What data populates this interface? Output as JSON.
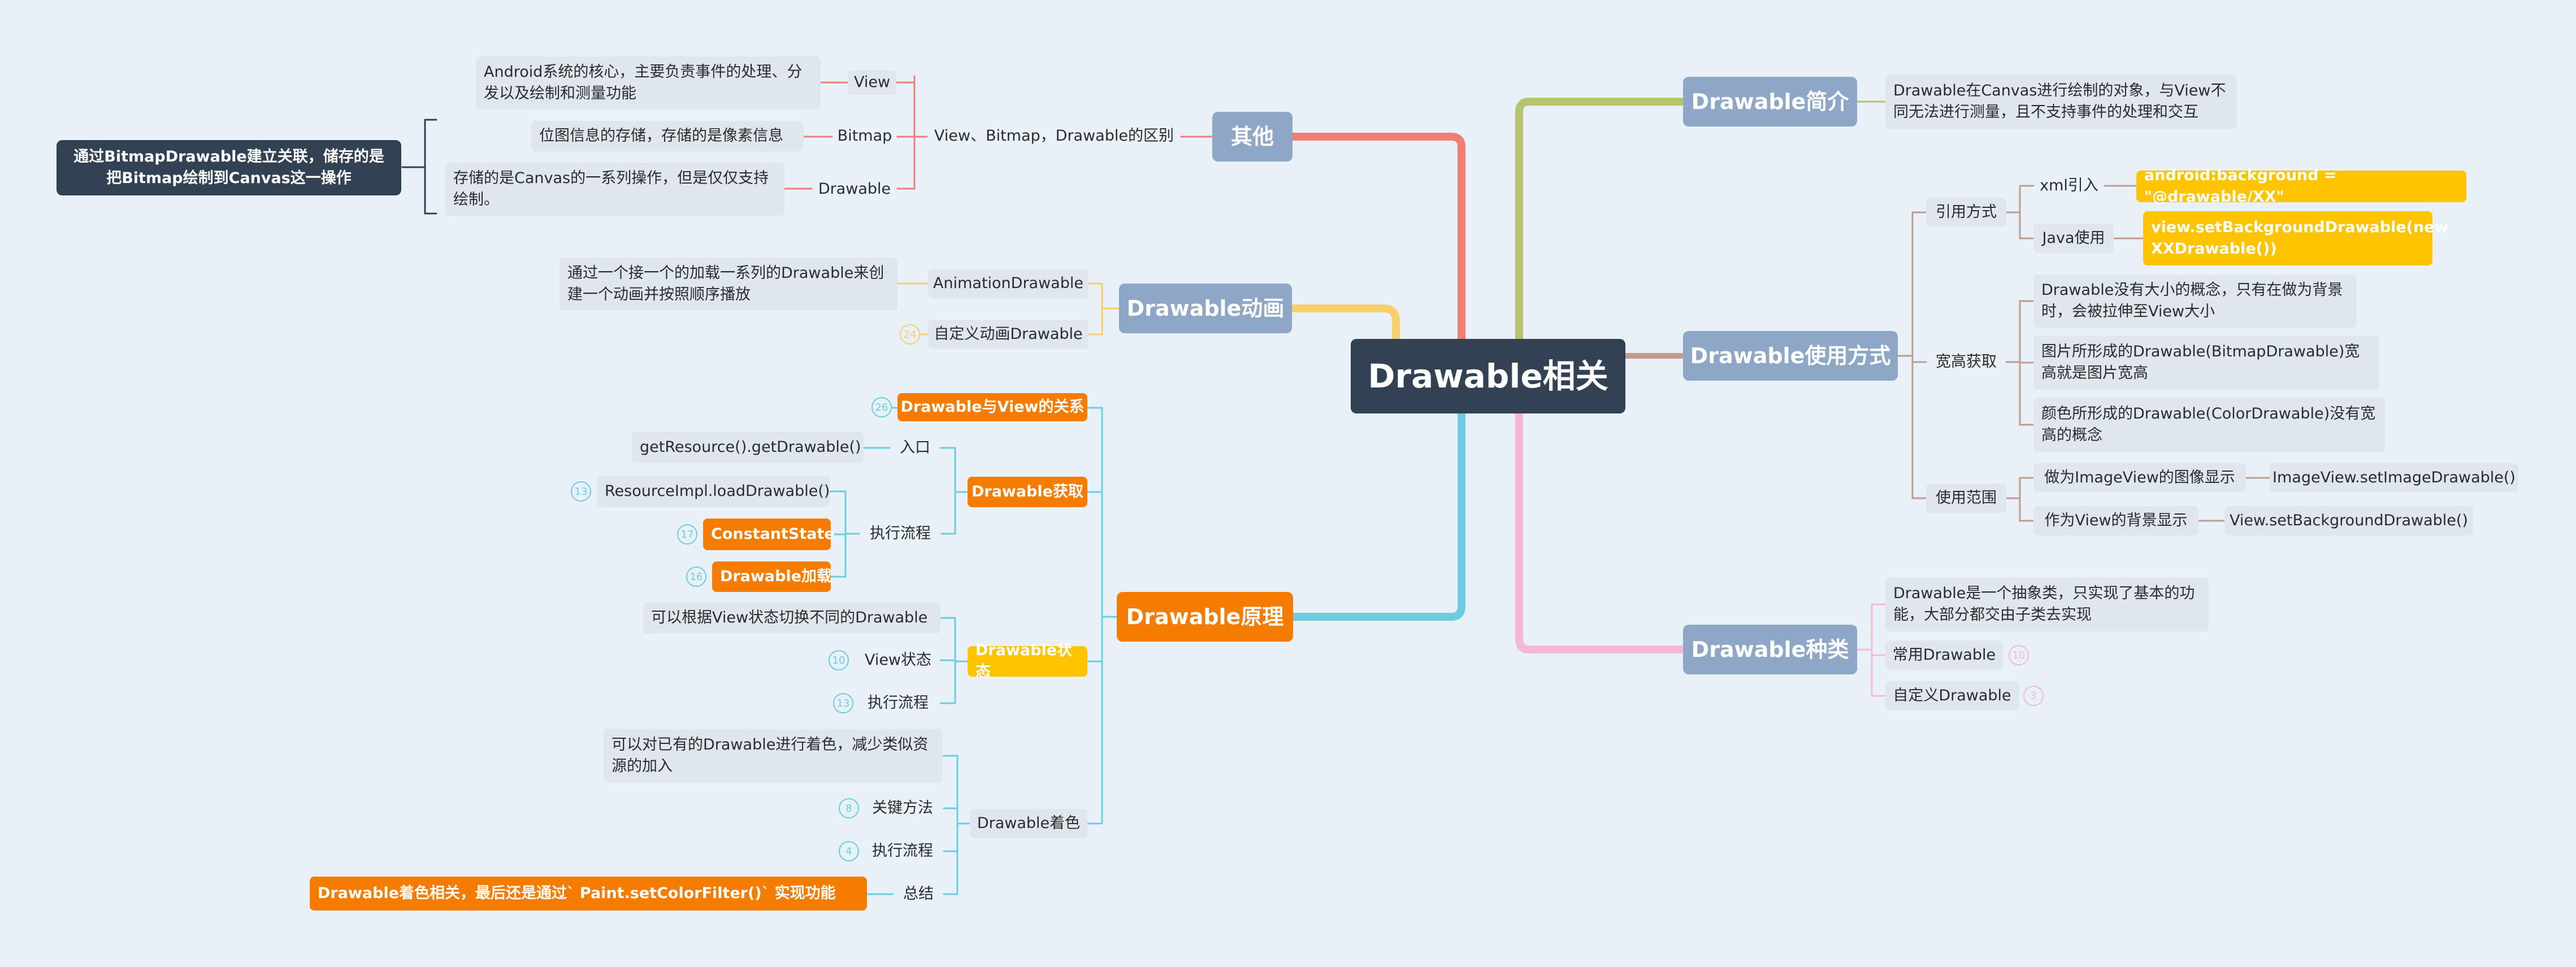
{
  "colors": {
    "background": "#e9f1f8",
    "root": "#334155",
    "branch_blue": "#8fa7c6",
    "orange": "#f57c00",
    "yellow": "#ffc400",
    "link_red": "#ee7e76",
    "link_yellow": "#f8cf6a",
    "link_cyan": "#6ccde0",
    "link_olive": "#b7c46a",
    "link_brown": "#c49a8c",
    "link_pink": "#f7b6d6"
  },
  "root": {
    "label": "Drawable相关"
  },
  "qita": {
    "label": "其他",
    "diff": "View、Bitmap，Drawable的区别",
    "view": {
      "label": "View",
      "desc": "Android系统的核心，主要负责事件的处理、分发以及绘制和测量功能"
    },
    "bitmap": {
      "label": "Bitmap",
      "desc": "位图信息的存储，存储的是像素信息"
    },
    "drawable": {
      "label": "Drawable",
      "desc": "存储的是Canvas的一系列操作，但是仅仅支持绘制。"
    },
    "summary": "通过BitmapDrawable建立关联，储存的是 把Bitmap绘制到Canvas这一操作"
  },
  "anim": {
    "label": "Drawable动画",
    "animation_drawable": "AnimationDrawable",
    "animation_desc": "通过一个接一个的加载一系列的Drawable来创建一个动画并按照顺序播放",
    "custom": "自定义动画Drawable",
    "custom_badge": "24"
  },
  "yuanli": {
    "label": "Drawable原理",
    "relation": "Drawable与View的关系",
    "relation_badge": "26",
    "get": {
      "label": "Drawable获取",
      "entry": "入口",
      "entry_desc": "getResource().getDrawable()",
      "flow": "执行流程",
      "impl": "ResourceImpl.loadDrawable()",
      "impl_badge": "13",
      "state": "ConstantState",
      "state_badge": "17",
      "load": "Drawable加载",
      "load_badge": "16"
    },
    "status": {
      "label": "Drawable状态",
      "desc": "可以根据View状态切换不同的Drawable",
      "view_state": "View状态",
      "view_state_badge": "10",
      "flow": "执行流程",
      "flow_badge": "13"
    },
    "tint": {
      "label": "Drawable着色",
      "desc": "可以对已有的Drawable进行着色，减少类似资源的加入",
      "method": "关键方法",
      "method_badge": "8",
      "flow": "执行流程",
      "flow_badge": "4",
      "summary": "总结",
      "summary_desc": "Drawable着色相关，最后还是通过` Paint.setColorFilter()` 实现功能"
    }
  },
  "intro": {
    "label": "Drawable简介",
    "desc": "Drawable在Canvas进行绘制的对象，与View不同无法进行测量，且不支持事件的处理和交互"
  },
  "usage": {
    "label": "Drawable使用方式",
    "ref": {
      "label": "引用方式",
      "xml": "xml引入",
      "xml_code": "android:background = \"@drawable/XX\"",
      "java": "Java使用",
      "java_code": "view.setBackgroundDrawable(new XXDrawable())"
    },
    "size": {
      "label": "宽高获取",
      "item1": "Drawable没有大小的概念，只有在做为背景时，会被拉伸至View大小",
      "item2": "图片所形成的Drawable(BitmapDrawable)宽高就是图片宽高",
      "item3": "颜色所形成的Drawable(ColorDrawable)没有宽高的概念"
    },
    "scope": {
      "label": "使用范围",
      "image": "做为ImageView的图像显示",
      "image_api": "ImageView.setImageDrawable()",
      "bg": "作为View的背景显示",
      "bg_api": "View.setBackgroundDrawable()"
    }
  },
  "kinds": {
    "label": "Drawable种类",
    "desc": "Drawable是一个抽象类，只实现了基本的功能，大部分都交由子类去实现",
    "common": "常用Drawable",
    "common_badge": "10",
    "custom": "自定义Drawable",
    "custom_badge": "3"
  }
}
